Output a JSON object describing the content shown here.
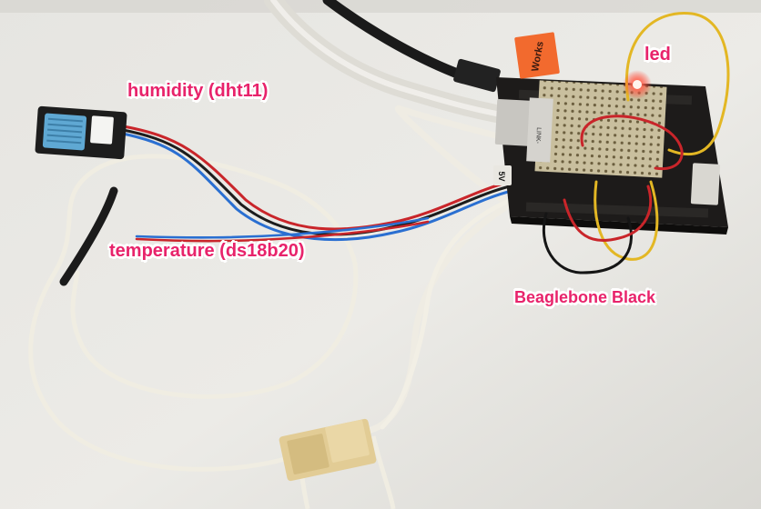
{
  "labels": {
    "humidity": "humidity (dht11)",
    "temperature": "temperature (ds18b20)",
    "led": "led",
    "board": "Beaglebone Black"
  },
  "board_text": {
    "power_badge": "5V",
    "tape_text": "Works",
    "link_text": "LINK-"
  },
  "colors": {
    "label_text": "#e8236b",
    "background": "#e9e8e4",
    "board": "#1d1b1a",
    "red_wire": "#c9252a",
    "blue_wire": "#2a6fd1",
    "yellow_wire": "#e3b724",
    "cable": "#f1efe6",
    "coupler": "#e6d09a",
    "led_glow": "#ff4a3a"
  }
}
